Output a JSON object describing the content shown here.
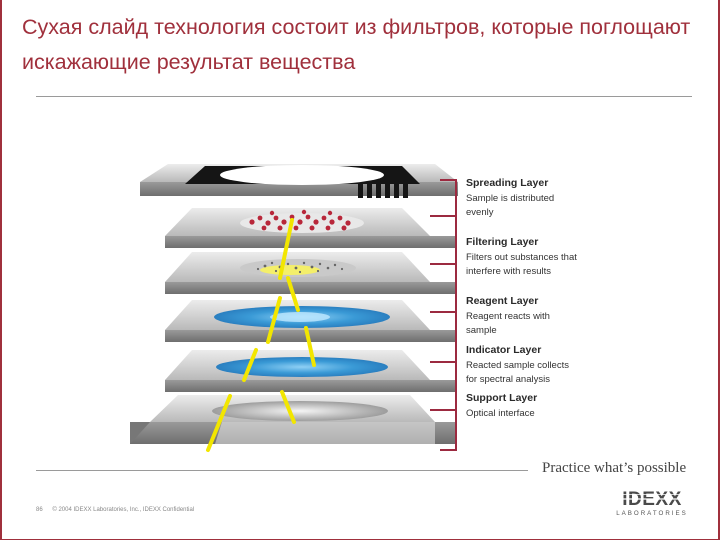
{
  "slide": {
    "title": "Сухая слайд технология состоит из фильтров, которые поглощают искажающие результат вещества",
    "tagline": "Practice what’s possible",
    "slide_number": "86",
    "copyright": "© 2004 IDEXX Laboratories, Inc., IDEXX Confidential",
    "logo": {
      "name": "IDEXX",
      "subtitle": "LABORATORIES"
    }
  },
  "layers": [
    {
      "title": "Spreading Layer",
      "lines": [
        "Sample is distributed",
        "evenly"
      ]
    },
    {
      "title": "Filtering Layer",
      "lines": [
        "Filters out substances that",
        "interfere with results"
      ]
    },
    {
      "title": "Reagent Layer",
      "lines": [
        "Reagent reacts with",
        "sample"
      ]
    },
    {
      "title": "Indicator Layer",
      "lines": [
        "Reacted sample collects",
        "for spectral analysis"
      ]
    },
    {
      "title": "Support Layer",
      "lines": [
        "Optical interface"
      ]
    }
  ],
  "colors": {
    "accent": "#a0303c",
    "connector": "#9c2a40",
    "layer_top": "#d9d9d9",
    "layer_side": "#8a8a8a",
    "indicator_blue": "#3a9ad6",
    "light_beam": "#f2e600"
  }
}
